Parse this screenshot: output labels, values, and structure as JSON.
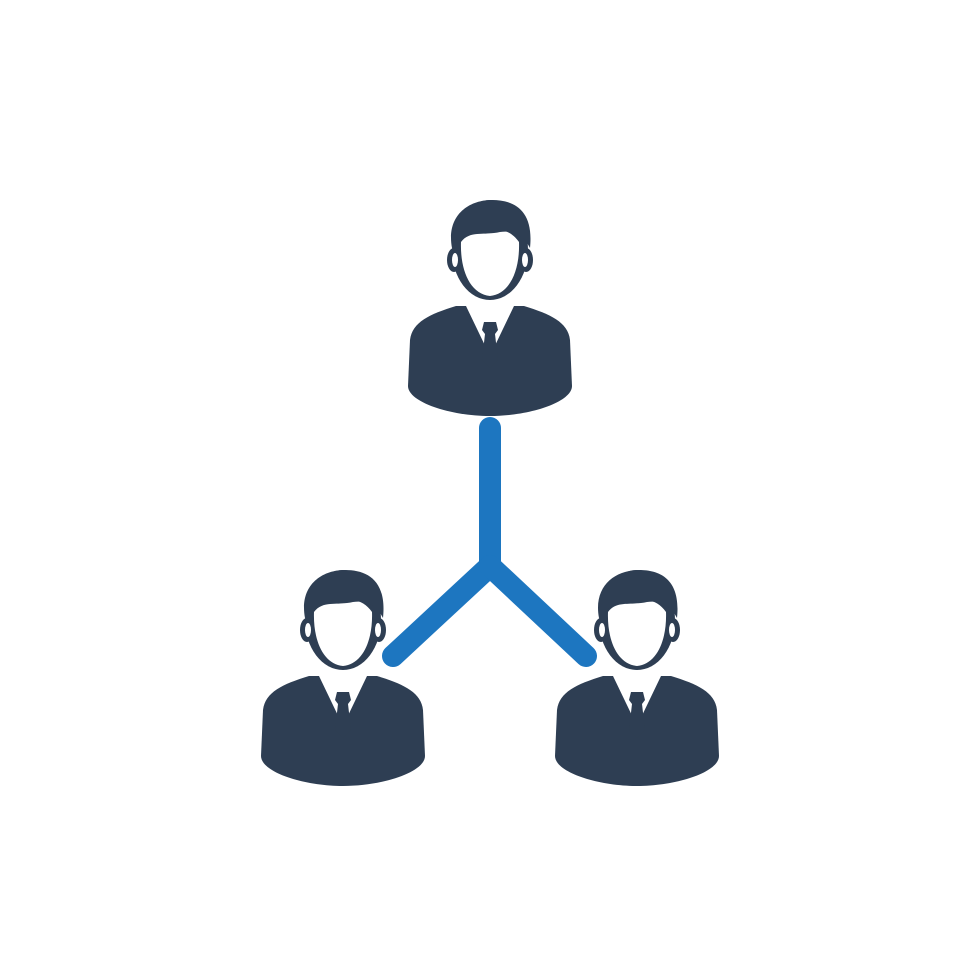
{
  "icon": {
    "name": "team-hierarchy-icon",
    "colors": {
      "background": "#ffffff",
      "person": "#2e3e53",
      "connector": "#1d76c0"
    },
    "people": [
      {
        "role": "top",
        "icon": "businessman-icon"
      },
      {
        "role": "bottom-left",
        "icon": "businessman-icon"
      },
      {
        "role": "bottom-right",
        "icon": "businessman-icon"
      }
    ],
    "connector_shape": "inverted-y"
  }
}
